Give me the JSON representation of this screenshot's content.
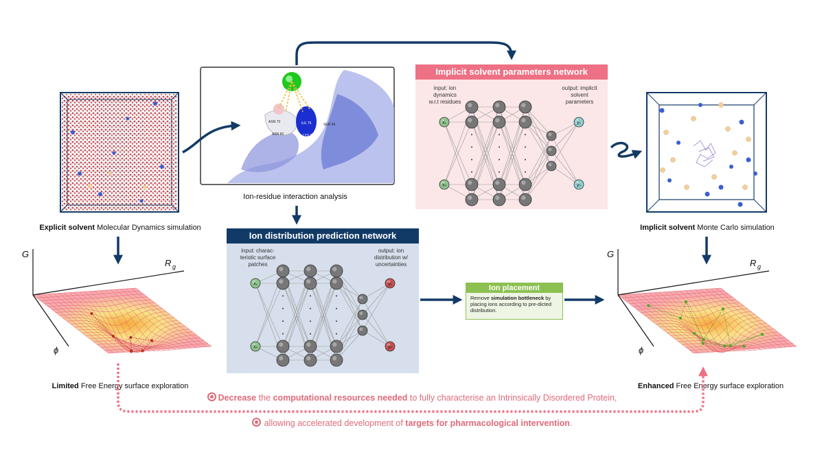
{
  "left": {
    "md_caption_bold": "Explicit solvent",
    "md_caption_rest": " Molecular Dynamics simulation",
    "fe_caption_bold": "Limited",
    "fe_caption_rest": " Free Energy surface exploration",
    "axis_g": "G",
    "axis_rg": "R",
    "axis_rg_sub": "g",
    "axis_phi": "ϕ"
  },
  "center": {
    "analysis_caption": "Ion-residue interaction analysis",
    "residue_labels": [
      "ASN 70",
      "ASN 82",
      "ILE 76",
      "SER 94",
      "LYS 83"
    ],
    "ion_net": {
      "title": "Ion distribution prediction network",
      "input_label": "input: charac-\nteristic surface\npatches",
      "output_label": "output: ion\ndistribution w/\nuncertainties",
      "in_top": "x₁",
      "in_bot": "xₙ",
      "out_top": "y₁",
      "out_bot": "yₙ"
    },
    "solvent_net": {
      "title": "Implicit solvent parameters network",
      "input_label": "input: ion\ndynamics\nw.r.t residues",
      "output_label": "output: implicit\nsolvent\nparameters",
      "in_top": "x₁",
      "in_bot": "xₙ",
      "out_top": "y₁",
      "out_bot": "yₙ"
    },
    "placement": {
      "title": "Ion placement",
      "text_pre": "Remove ",
      "text_bold": "simulation bottleneck",
      "text_post": " by placing ions according to pre-dicted distribution."
    }
  },
  "right": {
    "mc_caption_bold": "Implicit solvent",
    "mc_caption_rest": " Monte Carlo simulation",
    "fe_caption_bold": "Enhanced",
    "fe_caption_rest": " Free Energy surface exploration",
    "axis_g": "G",
    "axis_rg": "R",
    "axis_rg_sub": "g",
    "axis_phi": "ϕ"
  },
  "footer": {
    "line1_pre": "",
    "line1_b1": "Decrease",
    "line1_mid": " the ",
    "line1_b2": "computational resources needed",
    "line1_post": " to fully characterise an Intrinsically Disordered Protein,",
    "line2_pre": "allowing accelerated development of ",
    "line2_b": "targets for pharmacological intervention",
    "line2_post": "."
  },
  "colors": {
    "navy": "#123a66",
    "pink_header": "#ee7084",
    "pink_bg": "#fbe6e8",
    "blue_bg": "#d6dfeb",
    "green_header": "#8cc152",
    "green_bg": "#eef5e4",
    "dotted": "#ee7084"
  }
}
